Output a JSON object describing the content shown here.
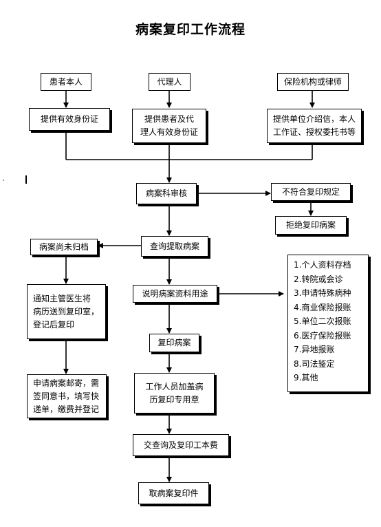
{
  "title": "病案复印工作流程",
  "nodes": {
    "patient_self": "患者本人",
    "agent": "代理人",
    "insurer_lawyer": "保险机构或律师",
    "valid_id": "提供有效身份证",
    "agent_docs": "提供患者及代\n理人有效身份证",
    "org_docs": "提供单位介绍信，本人\n工作证、授权委托书等",
    "review": "病案科审核",
    "not_compliant": "不符合复印规定",
    "refuse": "拒绝复印病案",
    "query": "查询提取病案",
    "not_archived": "病案尚未归档",
    "notify_doctor": "通知主管医生将\n病历送到复印室，\n登记后复印",
    "mail_request": "申请病案邮寄，需\n签同意书，填写快\n递单，缴费并登记",
    "explain_purpose": "说明病案资料用途",
    "copy": "复印病案",
    "stamp": "工作人员加盖病\n历复印专用章",
    "pay_fee": "交查询及复印工本费",
    "collect": "取病案复印件"
  },
  "purposes": [
    "1.个人资料存档",
    "2.转院或会诊",
    "3.申请特殊病种",
    "4.商业保险报账",
    "5.单位二次报账",
    "6.医疗保险报账",
    "7.异地报账",
    "8.司法鉴定",
    "9.其他"
  ]
}
